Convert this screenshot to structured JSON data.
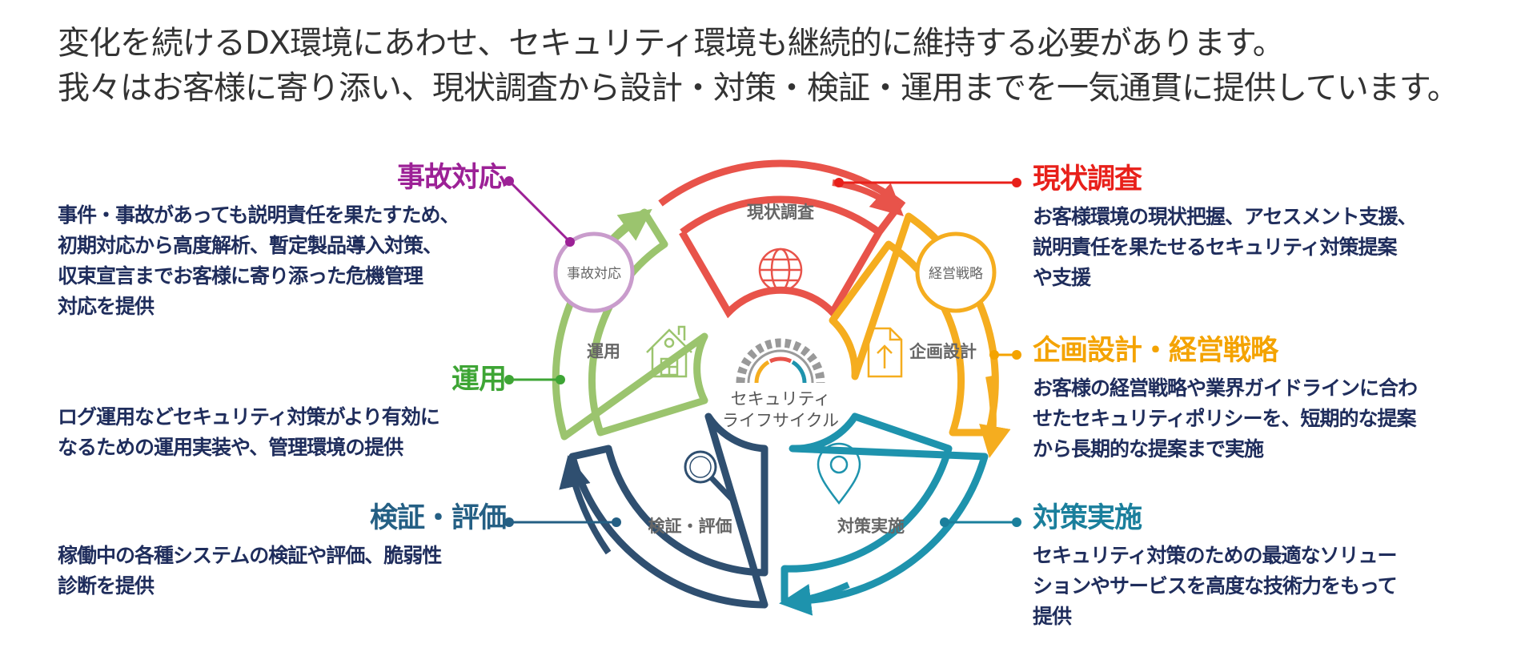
{
  "intro": {
    "line1": "変化を続けるDX環境にあわせ、セキュリティ環境も継続的に維持する必要があります。",
    "line2": "我々はお客様に寄り添い、現状調査から設計・対策・検証・運用までを一気通貫に提供しています。"
  },
  "center": {
    "line1": "セキュリティ",
    "line2": "ライフサイクル"
  },
  "segments": {
    "genjo": "現状調査",
    "kikaku": "企画設計",
    "taisaku": "対策実施",
    "kensho": "検証・評価",
    "unyo": "運用"
  },
  "bubbles": {
    "keiei": "経営戦略",
    "jiko": "事故対応"
  },
  "blocks": {
    "genjo": {
      "title": "現状調査",
      "lines": [
        "お客様環境の現状把握、アセスメント支援、",
        "説明責任を果たせるセキュリティ対策提案",
        "や支援"
      ]
    },
    "kikaku": {
      "title": "企画設計・経営戦略",
      "lines": [
        "お客様の経営戦略や業界ガイドラインに合わ",
        "せたセキュリティポリシーを、短期的な提案",
        "から長期的な提案まで実施"
      ]
    },
    "taisaku": {
      "title": "対策実施",
      "lines": [
        "セキュリティ対策のための最適なソリュー",
        "ションやサービスを高度な技術力をもって",
        "提供"
      ]
    },
    "jiko": {
      "title": "事故対応",
      "lines": [
        "事件・事故があっても説明責任を果たすため、",
        "初期対応から高度解析、暫定製品導入対策、",
        "収束宣言までお客様に寄り添った危機管理",
        "対応を提供"
      ]
    },
    "unyo": {
      "title": "運用",
      "lines": [
        "ログ運用などセキュリティ対策がより有効に",
        "なるための運用実装や、管理環境の提供"
      ]
    },
    "kensho": {
      "title": "検証・評価",
      "lines": [
        "稼働中の各種システムの検証や評価、脆弱性",
        "診断を提供"
      ]
    }
  },
  "colors": {
    "genjo": "#e8534a",
    "genjo_title": "#e8201a",
    "kikaku": "#f5ad1f",
    "kikaku_title": "#f4a300",
    "taisaku": "#1e93ad",
    "taisaku_title": "#1a7f9c",
    "kensho": "#2f4f70",
    "kensho_title": "#245f84",
    "unyo": "#9bc46e",
    "unyo_title": "#3ea535",
    "jiko": "#c99ccc",
    "jiko_title": "#9c2196",
    "body_text": "#1f2d5c"
  },
  "icons": {
    "genjo": "globe-icon",
    "kikaku": "document-upload-icon",
    "taisaku": "location-pin-icon",
    "kensho": "magnifier-icon",
    "unyo": "house-icon",
    "center": "gear-gauge-icon"
  }
}
